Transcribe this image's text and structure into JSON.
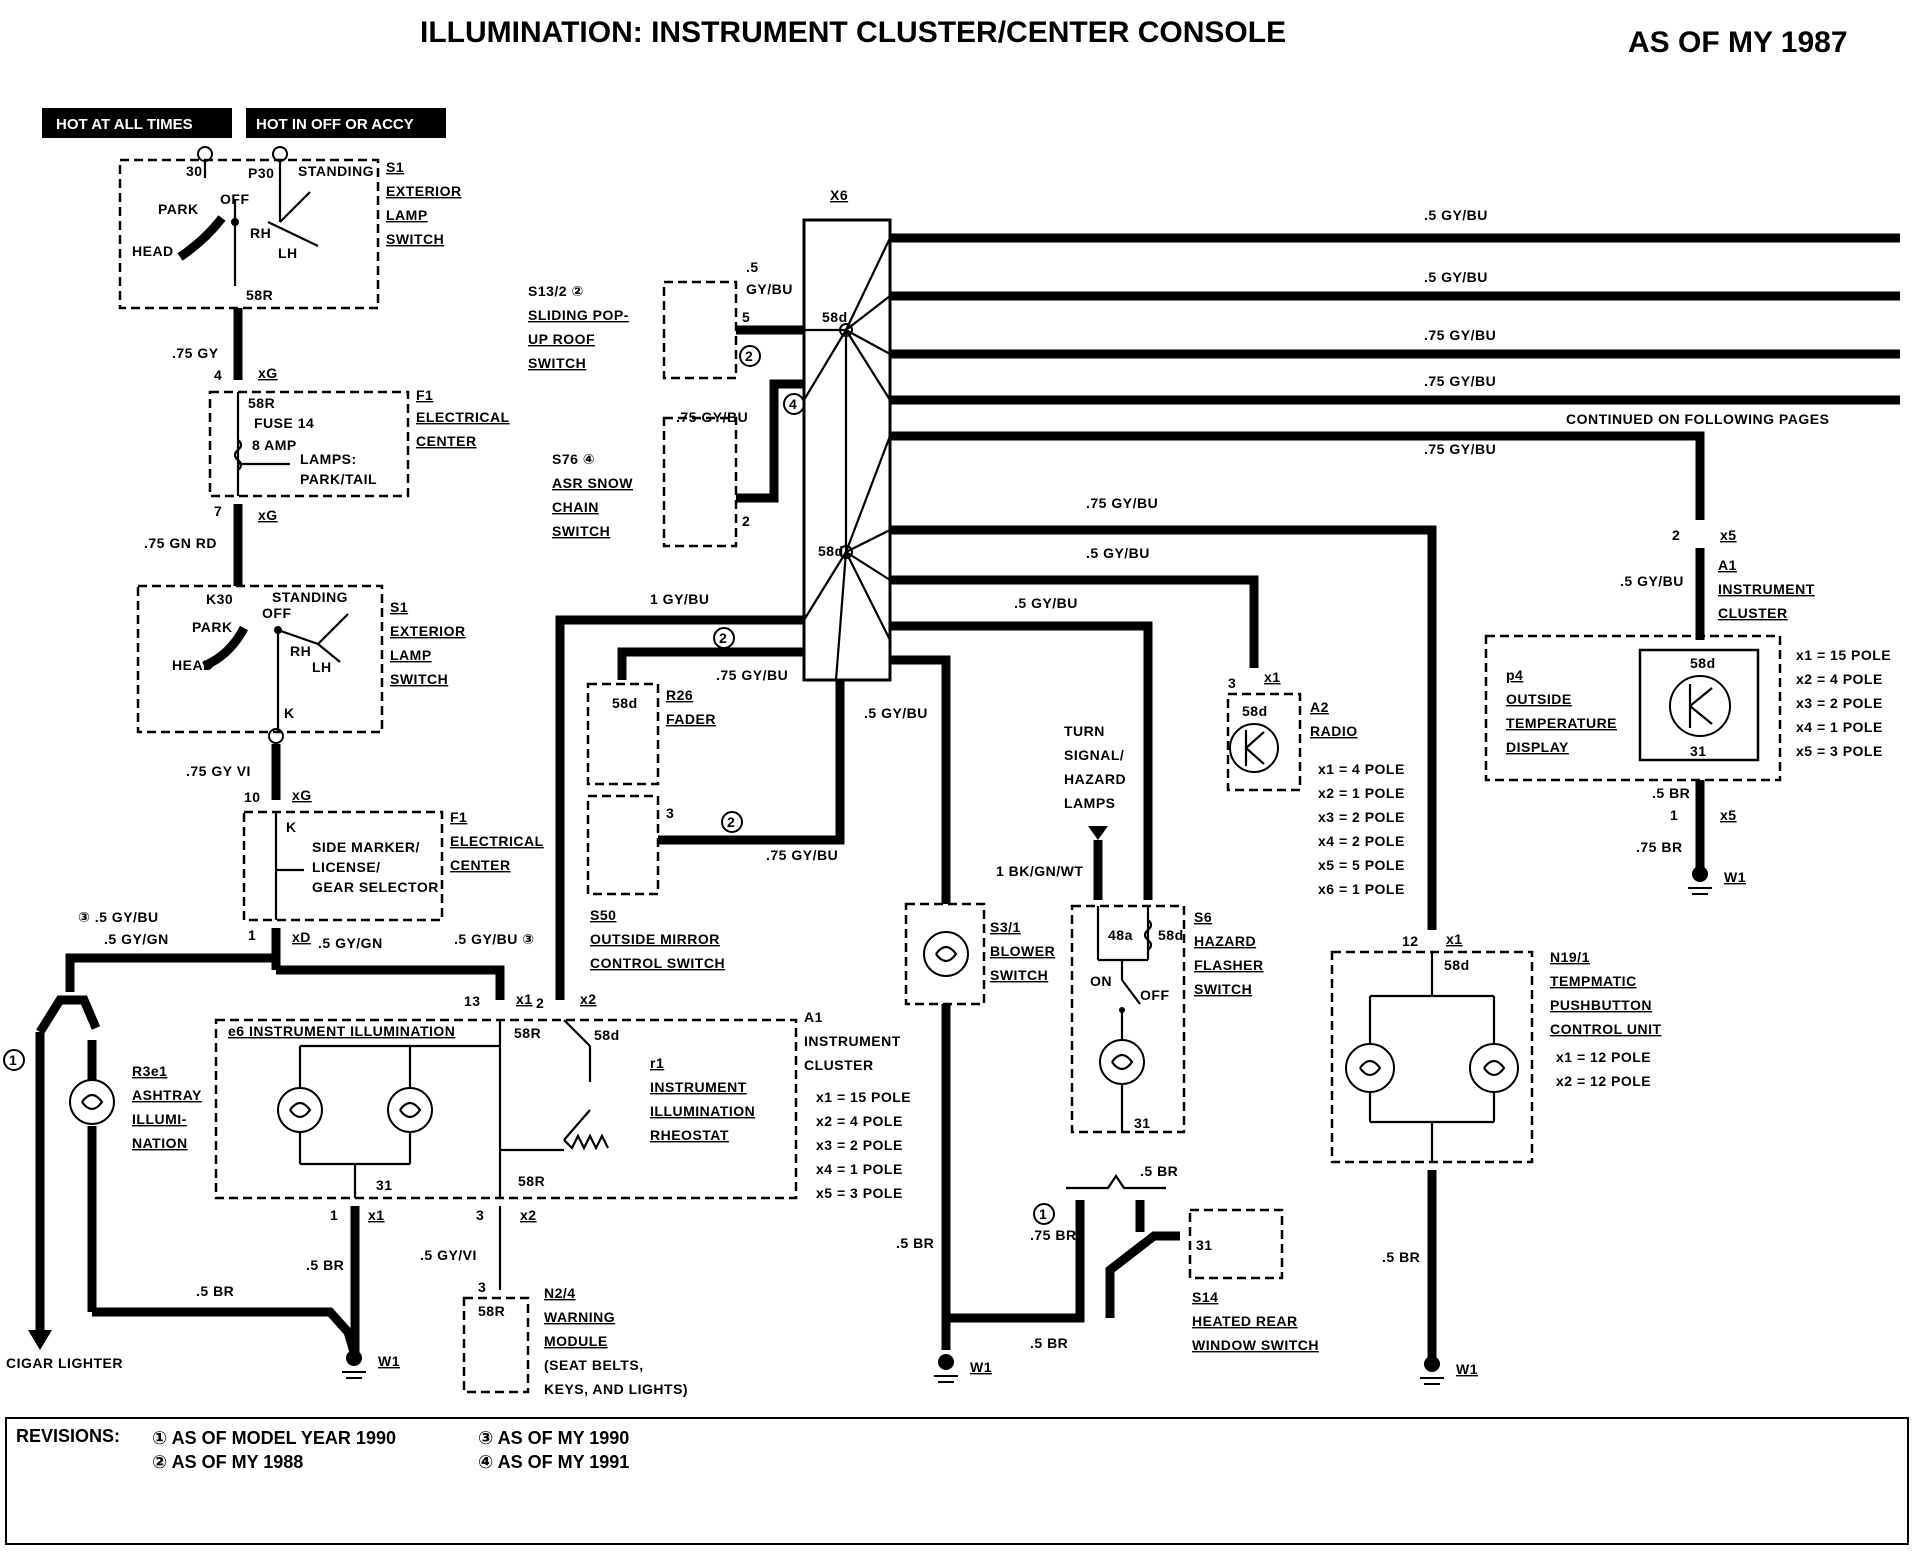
{
  "header": {
    "title": "ILLUMINATION: INSTRUMENT CLUSTER/CENTER CONSOLE",
    "model_year": "AS OF MY 1987"
  },
  "power": {
    "hot_at_all_times": "HOT AT ALL TIMES",
    "hot_in_off": "HOT IN OFF OR ACCY"
  },
  "wires": {
    "w075gy": ".75 GY",
    "w075gnrd": ".75 GN RD",
    "w075gyvi": ".75 GY VI",
    "w05gygn": ".5 GY/GN",
    "w05gybu_3": "③ .5 GY/BU",
    "w05gybu_3b": ".5 GY/BU ③",
    "w05gybu": ".5 GY/BU",
    "w075gybu": ".75 GY/BU",
    "w1gybu": "1 GY/BU",
    "w05br": ".5 BR",
    "w075br": ".75 BR",
    "w05gyvi": ".5 GY/VI",
    "w1bkgnwt": "1 BK/GN/WT"
  },
  "connectors": {
    "xG": "xG",
    "xG_pin4": "4",
    "xG_pin7": "7",
    "xG_pin10": "10",
    "xD": "xD",
    "xD_pin1": "1",
    "x1": "x1",
    "x2": "x2",
    "x1_pin13": "13",
    "x2_pin2": "2",
    "x1_pin1": "1",
    "x2_pin3": "3",
    "x5": "x5",
    "x5_pin2": "2",
    "x5_pin1": "1"
  },
  "grounds": {
    "w1": "W1"
  },
  "notes": {
    "continued": "CONTINUED ON FOLLOWING PAGES"
  },
  "components": {
    "s1a": {
      "id": "S1",
      "name1": "EXTERIOR",
      "name2": "LAMP",
      "name3": "SWITCH",
      "pin30": "30",
      "pinP30": "P30",
      "standing": "STANDING",
      "park": "PARK",
      "off": "OFF",
      "rh": "RH",
      "lh": "LH",
      "head": "HEAD",
      "pin58r": "58R"
    },
    "f1a": {
      "id": "F1",
      "name1": "ELECTRICAL",
      "name2": "CENTER",
      "pin58r": "58R",
      "fuse": "FUSE 14",
      "rating": "8 AMP",
      "lamps": "LAMPS:",
      "park_tail": "PARK/TAIL"
    },
    "s1b": {
      "id": "S1",
      "name1": "EXTERIOR",
      "name2": "LAMP",
      "name3": "SWITCH",
      "k30": "K30",
      "standing": "STANDING",
      "park": "PARK",
      "off": "OFF",
      "rh": "RH",
      "lh": "LH",
      "head": "HEAD",
      "k": "K"
    },
    "f1b": {
      "id": "F1",
      "name1": "ELECTRICAL",
      "name2": "CENTER",
      "k": "K",
      "line1": "SIDE MARKER/",
      "line2": "LICENSE/",
      "line3": "GEAR SELECTOR"
    },
    "cigar": {
      "name": "CIGAR LIGHTER"
    },
    "r3e1": {
      "id": "R3e1",
      "name1": "ASHTRAY",
      "name2": "ILLUMI-",
      "name3": "NATION"
    },
    "a1e6": {
      "title": "e6 INSTRUMENT ILLUMINATION",
      "pin58r": "58R",
      "pin58d": "58d",
      "pin31": "31",
      "pin58r_low": "58R",
      "r1_id": "r1",
      "r1_name1": "INSTRUMENT",
      "r1_name2": "ILLUMINATION",
      "r1_name3": "RHEOSTAT",
      "id": "A1",
      "name1": "INSTRUMENT",
      "name2": "CLUSTER",
      "poles": [
        "x1 = 15 POLE",
        "x2 = 4 POLE",
        "x3 = 2 POLE",
        "x4 = 1 POLE",
        "x5 = 3 POLE"
      ]
    },
    "n24": {
      "id": "N2/4",
      "name1": "WARNING",
      "name2": "MODULE",
      "name3": "(SEAT BELTS,",
      "name4": "KEYS, AND LIGHTS)",
      "pin": "58R",
      "pin3": "3"
    },
    "x6": {
      "id": "X6",
      "pin58d": "58d"
    },
    "s132": {
      "id": "S13/2 ②",
      "name1": "SLIDING POP-",
      "name2": "UP ROOF",
      "name3": "SWITCH",
      "wire1": ".5",
      "wire2": "GY/BU",
      "pin": "5"
    },
    "s76": {
      "id": "S76 ④",
      "name1": "ASR SNOW",
      "name2": "CHAIN",
      "name3": "SWITCH",
      "pin": "2"
    },
    "r26": {
      "id": "R26",
      "name": "FADER",
      "pin": "58d"
    },
    "s50": {
      "id": "S50",
      "name1": "OUTSIDE MIRROR",
      "name2": "CONTROL SWITCH",
      "pin": "3"
    },
    "s31": {
      "id": "S3/1",
      "name1": "BLOWER",
      "name2": "SWITCH"
    },
    "s6": {
      "id": "S6",
      "name1": "HAZARD",
      "name2": "FLASHER",
      "name3": "SWITCH",
      "turn1": "TURN",
      "turn2": "SIGNAL/",
      "turn3": "HAZARD",
      "turn4": "LAMPS",
      "pin48a": "48a",
      "pin58d": "58d",
      "on": "ON",
      "off": "OFF",
      "pin31": "31"
    },
    "s14": {
      "id": "S14",
      "name1": "HEATED REAR",
      "name2": "WINDOW SWITCH",
      "pin": "31"
    },
    "a2": {
      "id": "A2",
      "name": "RADIO",
      "pin": "58d",
      "pin3": "3",
      "poles": [
        "x1 = 4 POLE",
        "x2 = 1 POLE",
        "x3 = 2 POLE",
        "x4 = 2 POLE",
        "x5 = 5 POLE",
        "x6 = 1 POLE"
      ]
    },
    "n191": {
      "id": "N19/1",
      "name1": "TEMPMATIC",
      "name2": "PUSHBUTTON",
      "name3": "CONTROL UNIT",
      "pin": "58d",
      "pin12": "12",
      "poles": [
        "x1 = 12 POLE",
        "x2 = 12 POLE"
      ]
    },
    "a1p4": {
      "id": "A1",
      "name1": "INSTRUMENT",
      "name2": "CLUSTER",
      "p4": "p4",
      "d1": "OUTSIDE",
      "d2": "TEMPERATURE",
      "d3": "DISPLAY",
      "pin58d": "58d",
      "pin31": "31",
      "poles": [
        "x1 = 15 POLE",
        "x2 = 4 POLE",
        "x3 = 2 POLE",
        "x4 = 1 POLE",
        "x5 = 3 POLE"
      ]
    }
  },
  "revisions": {
    "heading": "REVISIONS:",
    "marks": {
      "m1": "1",
      "m2": "2",
      "m3": "3",
      "m4": "4"
    },
    "items": [
      "① AS OF MODEL YEAR 1990",
      "② AS OF MY 1988",
      "③ AS OF MY 1990",
      "④ AS OF MY 1991"
    ]
  }
}
